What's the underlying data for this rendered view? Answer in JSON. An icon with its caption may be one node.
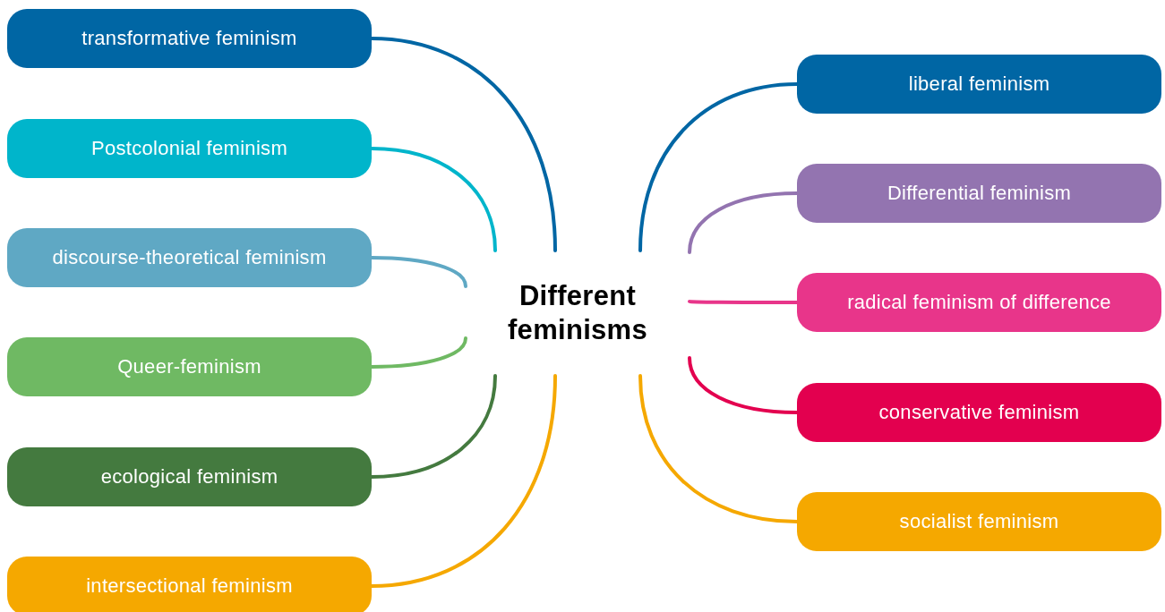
{
  "diagram": {
    "nodes": [
      {
        "text": [
          "transformative feminism"
        ]
      },
      {
        "text": [
          "Postcolonial feminism"
        ]
      },
      {
        "text": [
          "discourse-theoretical feminism"
        ]
      },
      {
        "text": [
          "Queer-feminism"
        ]
      },
      {
        "text": [
          "ecological feminism"
        ]
      },
      {
        "text": [
          "intersectional feminism"
        ]
      },
      {
        "text": [
          "Different feminisms"
        ]
      },
      {
        "text": [
          "liberal feminism"
        ]
      },
      {
        "text": [
          "Differential feminism"
        ]
      },
      {
        "text": [
          "radical feminism of difference"
        ]
      },
      {
        "text": [
          "conservative feminism"
        ]
      },
      {
        "text": [
          "socialist feminism"
        ]
      }
    ],
    "edges": [
      {
        "from": 0,
        "to": 6,
        "arrow": "none",
        "color": "#0066a4"
      },
      {
        "from": 1,
        "to": 6,
        "arrow": "none",
        "color": "#00b5cb"
      },
      {
        "from": 2,
        "to": 6,
        "arrow": "none",
        "color": "#5fa8c4"
      },
      {
        "from": 3,
        "to": 6,
        "arrow": "none",
        "color": "#6fb963"
      },
      {
        "from": 4,
        "to": 6,
        "arrow": "none",
        "color": "#447a3f"
      },
      {
        "from": 5,
        "to": 6,
        "arrow": "none",
        "color": "#f5a800"
      },
      {
        "from": 7,
        "to": 6,
        "arrow": "none",
        "color": "#0066a4"
      },
      {
        "from": 8,
        "to": 6,
        "arrow": "none",
        "color": "#9374b0"
      },
      {
        "from": 9,
        "to": 6,
        "arrow": "none",
        "color": "#e8358a"
      },
      {
        "from": 10,
        "to": 6,
        "arrow": "none",
        "color": "#e3004f"
      },
      {
        "from": 11,
        "to": 6,
        "arrow": "none",
        "color": "#f5a800"
      }
    ]
  }
}
